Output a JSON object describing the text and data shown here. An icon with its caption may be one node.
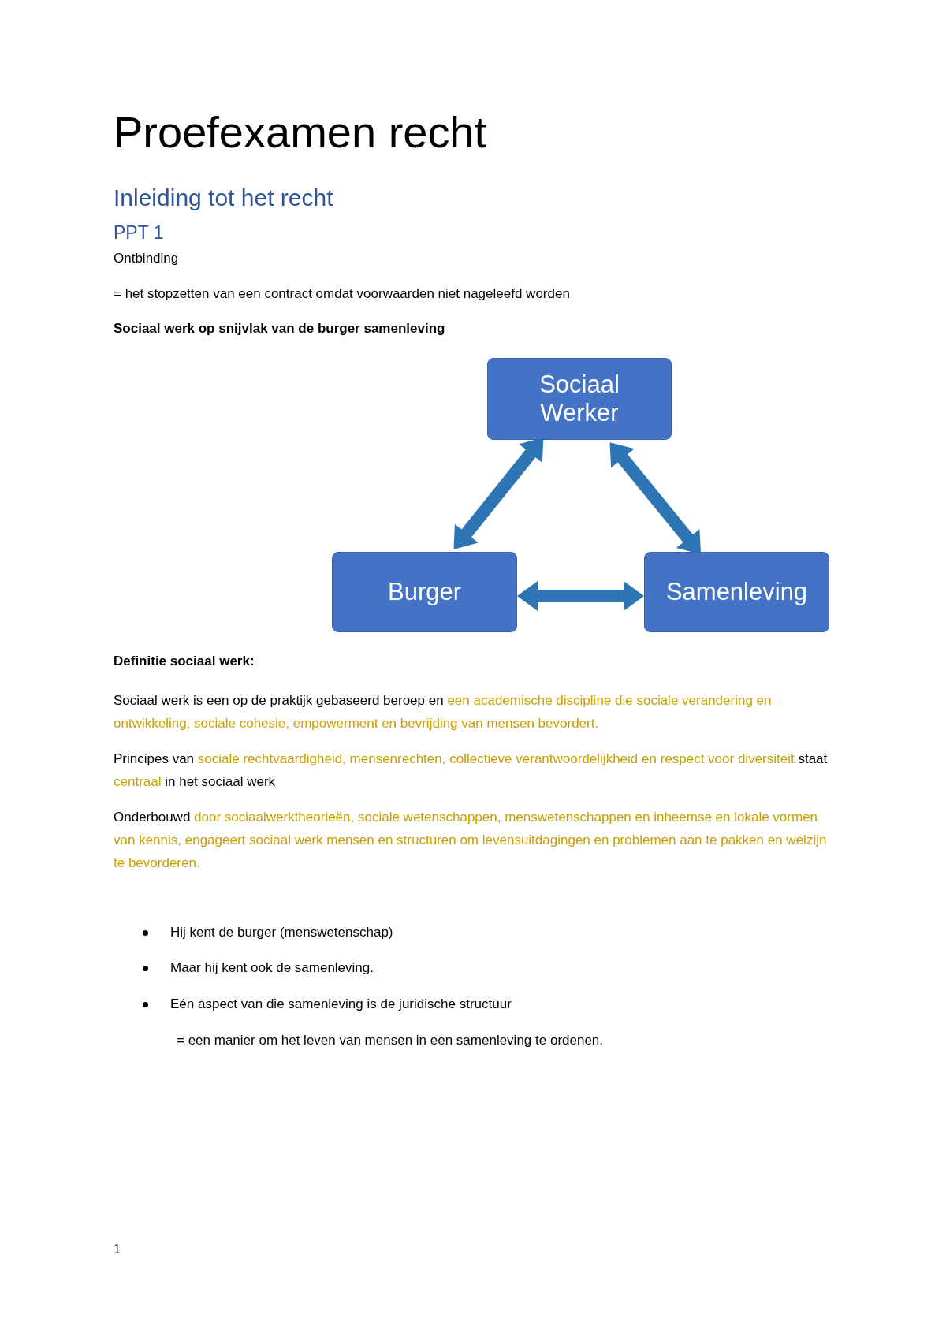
{
  "diagram": {
    "title": "Proefexamen recht",
    "nodes": [
      {
        "text": [
          "Sociaal Werker"
        ]
      },
      {
        "text": [
          "Burger"
        ]
      },
      {
        "text": [
          "Samenleving"
        ]
      }
    ],
    "edges": [
      {
        "from": 0,
        "to": 1,
        "arrow": "both",
        "style": "thick"
      },
      {
        "from": 0,
        "to": 2,
        "arrow": "both",
        "style": "thick"
      },
      {
        "from": 1,
        "to": 2,
        "arrow": "both",
        "style": "thick"
      }
    ],
    "labels": [
      "Inleiding tot het recht",
      "PPT 1",
      "Ontbinding",
      "= het stopzetten van een contract omdat voorwaarden niet nageleefd worden",
      "Sociaal werk op snijvlak van de burger samenleving",
      "Definitie sociaal werk:",
      "Sociaal werk is een op de praktijk gebaseerd beroep en",
      "een academische discipline die sociale verandering en ontwikkeling, sociale cohesie, empowerment en bevrijding van mensen bevordert.",
      "Principes van",
      "sociale rechtvaardigheid, mensenrechten, collectieve verantwoordelijkheid en respect voor diversiteit",
      "staat",
      "centraal",
      "in het sociaal werk",
      "Onderbouwd",
      "door sociaalwerktheorieën, sociale wetenschappen, menswetenschappen en inheemse en lokale vormen van kennis, engageert sociaal werk mensen en structuren om levensuitdagingen en problemen aan te pakken en welzijn te bevorderen.",
      "Hij kent de burger (menswetenschap)",
      "Maar hij kent ook de samenleving.",
      "Eén aspect van die samenleving is de juridische structuur",
      "= een manier om het leven van mensen in een samenleving te ordenen.",
      "1"
    ]
  }
}
